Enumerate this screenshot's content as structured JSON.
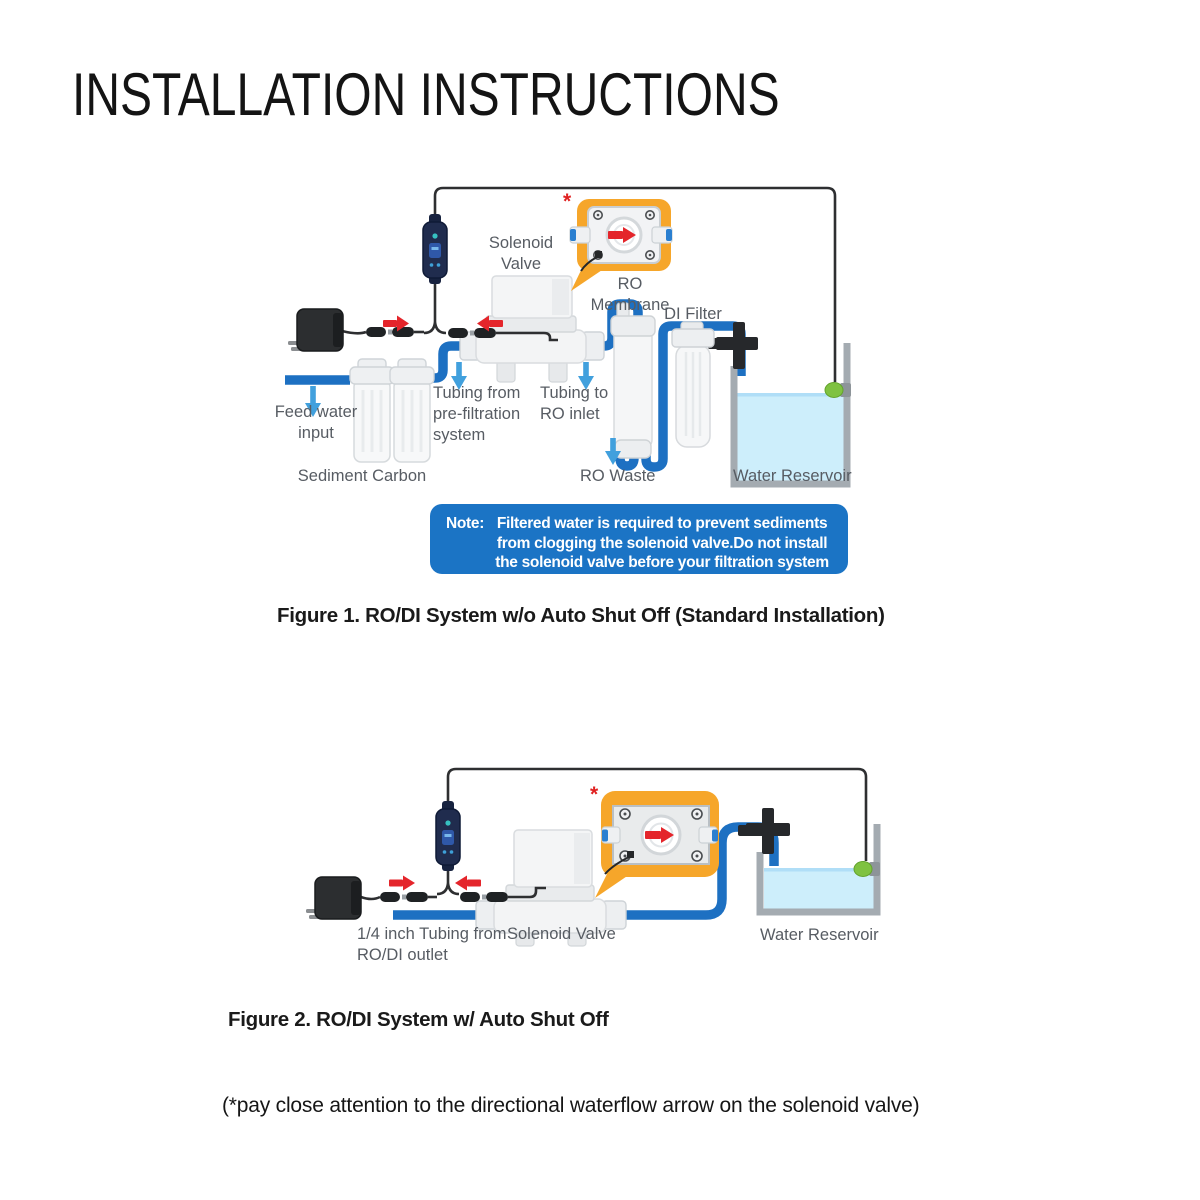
{
  "page": {
    "title": "INSTALLATION INSTRUCTIONS",
    "footnote": "(*pay close attention to the directional waterflow arrow on the solenoid valve)",
    "asterisk": "*"
  },
  "figure1": {
    "caption": "Figure 1. RO/DI System w/o Auto Shut Off (Standard Installation)",
    "labels": {
      "solenoid_valve": "Solenoid Valve",
      "ro_membrane": "RO Membrane",
      "di_filter": "DI Filter",
      "tubing_from": "Tubing from pre-filtration system",
      "tubing_to": "Tubing to RO inlet",
      "feed_water": "Feed water input",
      "sediment_carbon": "Sediment Carbon",
      "ro_waste": "RO Waste",
      "water_reservoir": "Water Reservoir"
    },
    "note": {
      "prefix": "Note:",
      "line1": "Filtered water is required to prevent sediments",
      "line2": "from clogging the solenoid valve.Do not install",
      "line3": "the solenoid valve before your filtration system"
    }
  },
  "figure2": {
    "caption": "Figure 2. RO/DI System w/ Auto Shut Off",
    "labels": {
      "tubing_from": "1/4 inch Tubing from RO/DI outlet",
      "solenoid_valve": "Solenoid Valve",
      "water_reservoir": "Water Reservoir"
    }
  },
  "colors": {
    "tube_blue": "#1d70c2",
    "note_blue": "#1b74c5",
    "callout_orange": "#f6a62a",
    "arrow_red": "#e4252b",
    "flow_arrow_blue": "#41a0dd",
    "water_fill": "#cdeefb",
    "label_gray": "#575c63"
  }
}
